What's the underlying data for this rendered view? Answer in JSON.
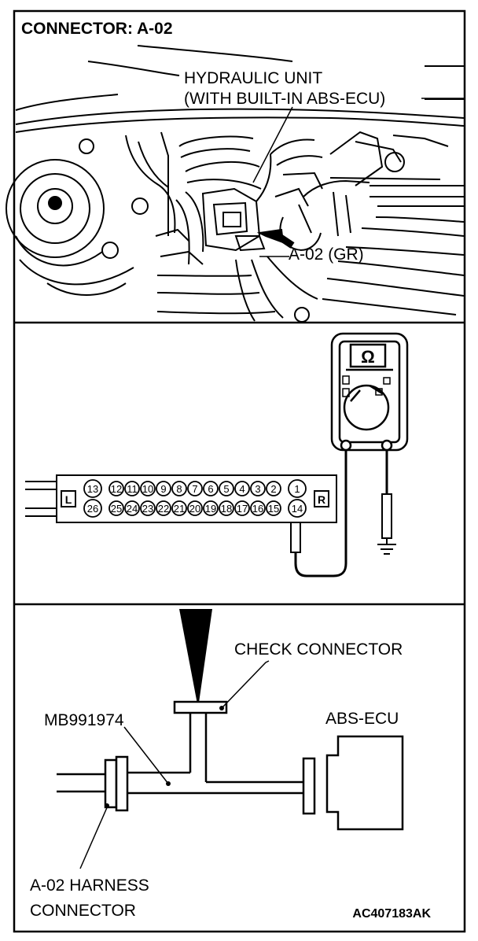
{
  "title": "CONNECTOR: A-02",
  "hydraulic_unit": {
    "line1": "HYDRAULIC UNIT",
    "line2": "(WITH BUILT-IN ABS-ECU)"
  },
  "connector_callout": "A-02 (GR)",
  "meter": {
    "symbol": "Ω"
  },
  "check_connector_face": {
    "side_left": "L",
    "side_right": "R",
    "top_row": [
      "13",
      "12",
      "11",
      "10",
      "9",
      "8",
      "7",
      "6",
      "5",
      "4",
      "3",
      "2",
      "1"
    ],
    "bottom_row": [
      "26",
      "25",
      "24",
      "23",
      "22",
      "21",
      "20",
      "19",
      "18",
      "17",
      "16",
      "15",
      "14"
    ]
  },
  "harness": {
    "check_connector": "CHECK CONNECTOR",
    "adapter": "MB991974",
    "ecu": "ABS-ECU",
    "harness_connector_line1": "A-02 HARNESS",
    "harness_connector_line2": "CONNECTOR"
  },
  "figure_code": "AC407183AK"
}
